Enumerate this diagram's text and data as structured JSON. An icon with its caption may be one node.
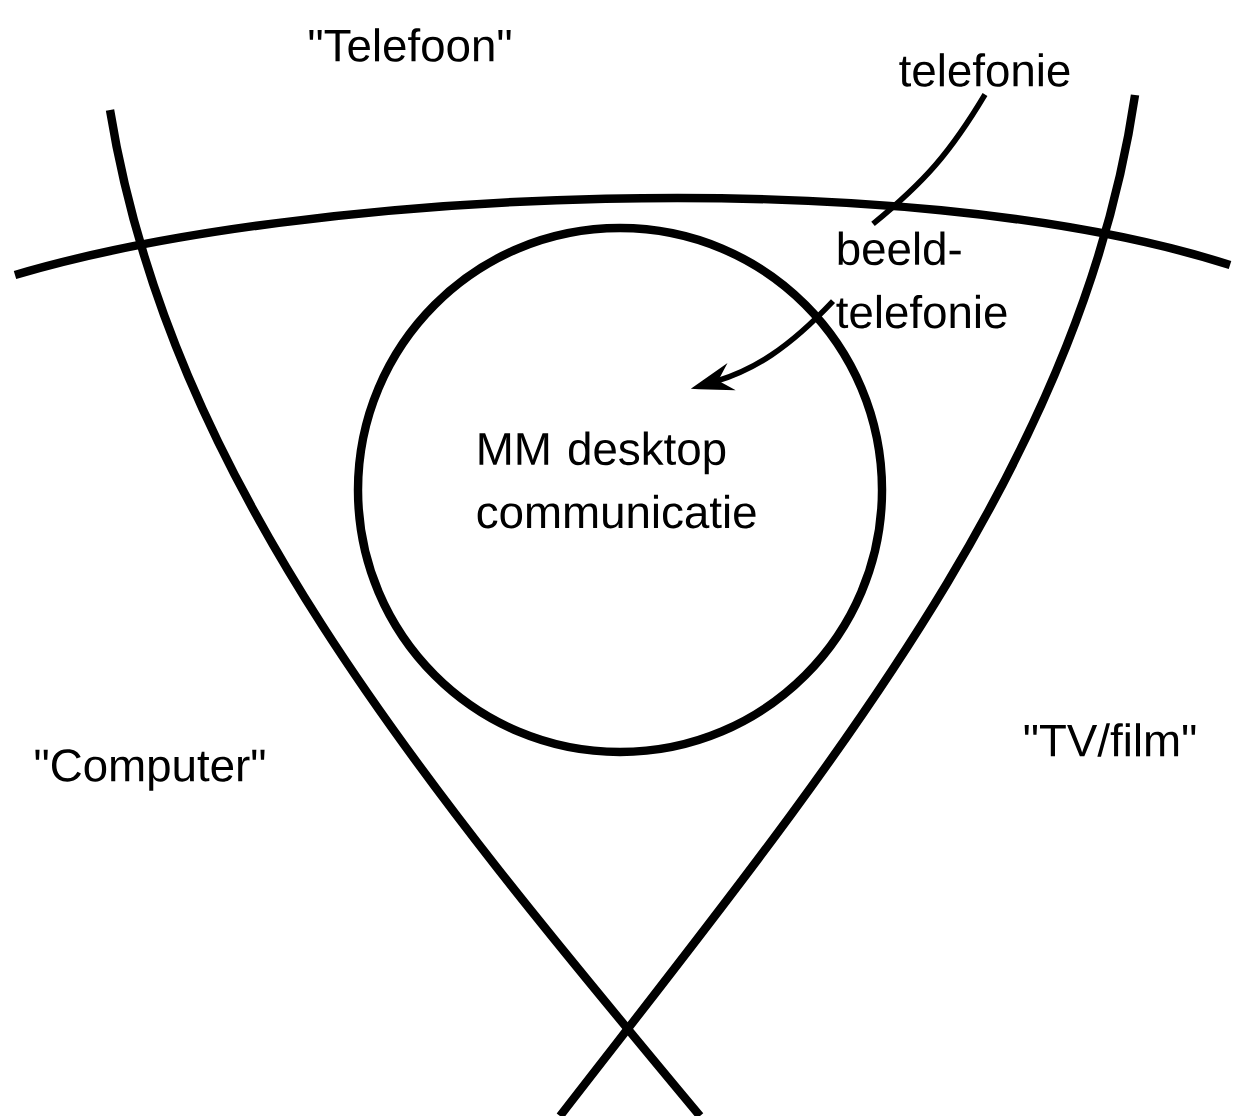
{
  "diagram": {
    "nodes": [
      {
        "text": [
          "\"Telefoon\""
        ]
      },
      {
        "text": [
          "telefonie"
        ]
      },
      {
        "text": [
          "beeld- telefonie"
        ]
      },
      {
        "text": [
          "MM desktop communicatie"
        ]
      },
      {
        "text": [
          "\"Computer\""
        ]
      },
      {
        "text": [
          "\"TV/film\""
        ]
      }
    ],
    "edges": [
      {
        "from": 1,
        "to": 2,
        "arrow": "none"
      },
      {
        "from": 2,
        "to": 3,
        "arrow": "to"
      }
    ]
  }
}
